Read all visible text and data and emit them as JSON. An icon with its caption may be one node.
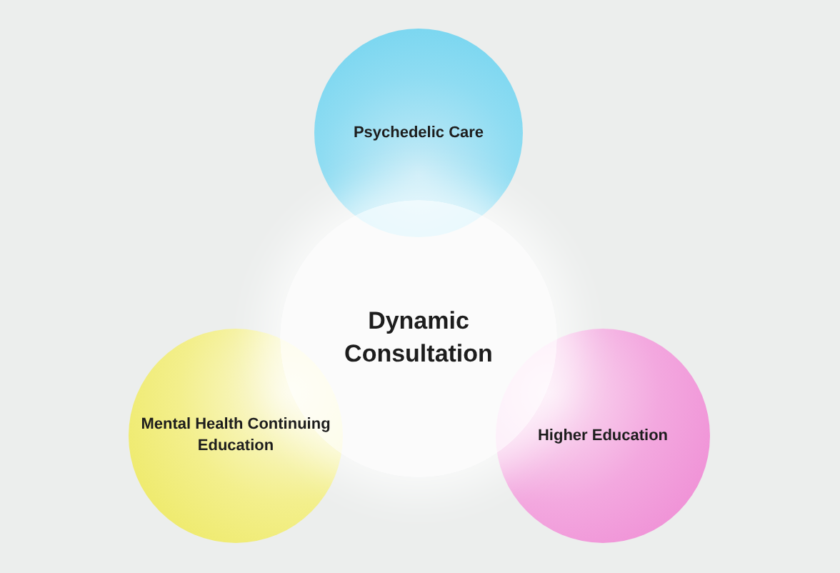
{
  "diagram": {
    "nodes": [
      {
        "text": [
          "Psychedelic Care"
        ]
      },
      {
        "text": [
          "Dynamic Consultation"
        ]
      },
      {
        "text": [
          "Mental Health Continuing Education"
        ]
      },
      {
        "text": [
          "Higher Education"
        ]
      }
    ]
  }
}
